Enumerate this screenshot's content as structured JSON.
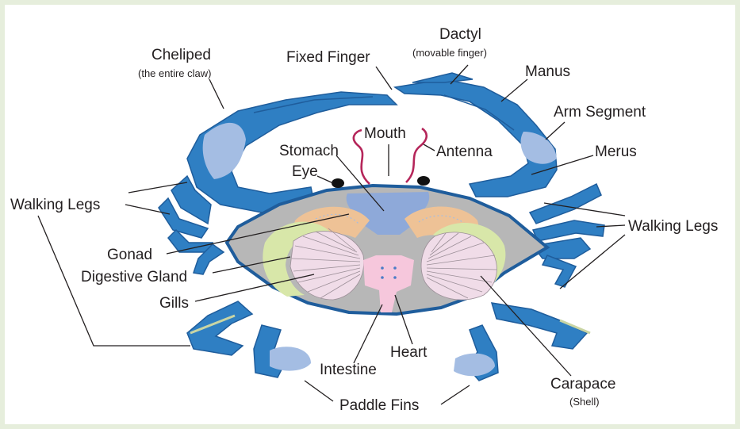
{
  "labels": {
    "cheliped": "Cheliped",
    "cheliped_sub": "(the entire claw)",
    "fixed_finger": "Fixed Finger",
    "dactyl": "Dactyl",
    "dactyl_sub": "(movable finger)",
    "manus": "Manus",
    "arm_segment": "Arm Segment",
    "merus": "Merus",
    "mouth": "Mouth",
    "stomach": "Stomach",
    "antenna": "Antenna",
    "eye": "Eye",
    "walking_legs_left": "Walking Legs",
    "walking_legs_right": "Walking Legs",
    "gonad": "Gonad",
    "digestive_gland": "Digestive Gland",
    "gills": "Gills",
    "heart": "Heart",
    "intestine": "Intestine",
    "carapace": "Carapace",
    "carapace_sub": "(Shell)",
    "paddle_fins": "Paddle Fins"
  },
  "colors": {
    "shell_blue": "#2f7fc3",
    "shell_dark": "#1f5d9c",
    "joint_light": "#a4bde3",
    "body_gray": "#b7b7b7",
    "stomach_blue": "#8ea9d9",
    "gonad_orange": "#eec296",
    "digestive_green": "#d8e7a9",
    "gill_pink": "#f0dce8",
    "heart_pink": "#f6c7dc",
    "antenna_red": "#b5265a",
    "background_green": "#e6eedc"
  }
}
